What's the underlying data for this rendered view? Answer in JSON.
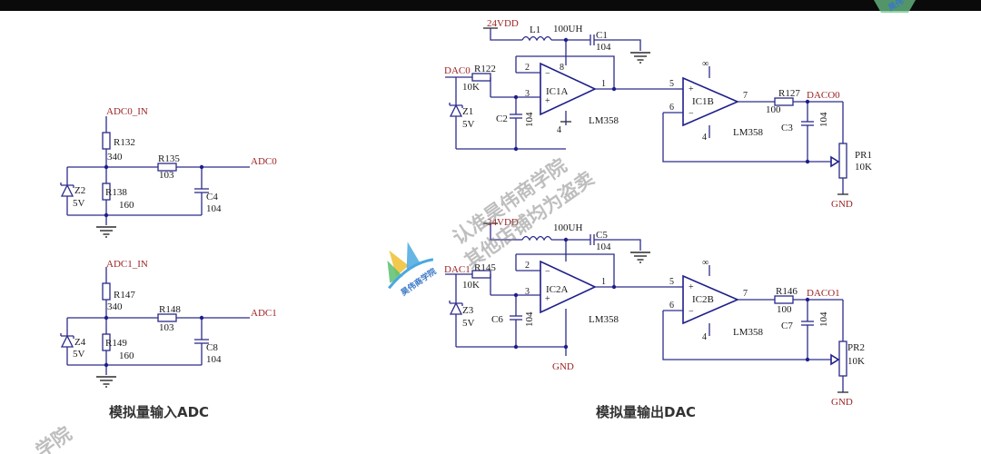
{
  "adc_section": {
    "title": "模拟量输入ADC",
    "channels": [
      {
        "input_net": "ADC0_IN",
        "output_net": "ADC0",
        "r_top": "R132",
        "r_top_val": "340",
        "r_bot": "R138",
        "r_bot_val": "160",
        "r_series": "R135",
        "r_series_val": "103",
        "zener": "Z2",
        "zener_val": "5V",
        "cap": "C4",
        "cap_val": "104"
      },
      {
        "input_net": "ADC1_IN",
        "output_net": "ADC1",
        "r_top": "R147",
        "r_top_val": "340",
        "r_bot": "R149",
        "r_bot_val": "160",
        "r_series": "R148",
        "r_series_val": "103",
        "zener": "Z4",
        "zener_val": "5V",
        "cap": "C8",
        "cap_val": "104"
      }
    ]
  },
  "dac_section": {
    "title": "模拟量输出DAC",
    "supply_net": "24VDD",
    "inductor": "L1",
    "inductor_val": "100UH",
    "ground_label": "GND",
    "channels": [
      {
        "input_net": "DAC0",
        "output_net": "DACO0",
        "r_in": "R122",
        "r_in_val": "10K",
        "zener": "Z1",
        "zener_val": "5V",
        "cap_in": "C2",
        "cap_in_val": "104",
        "cap_bypass": "C1",
        "cap_bypass_val": "104",
        "amp1": "IC1A",
        "amp2": "IC1B",
        "amp_part": "LM358",
        "r_out": "R127",
        "r_out_val": "100",
        "cap_out": "C3",
        "cap_out_val": "104",
        "pot": "PR1",
        "pot_val": "10K"
      },
      {
        "input_net": "DAC1",
        "output_net": "DACO1",
        "r_in": "R145",
        "r_in_val": "10K",
        "zener": "Z3",
        "zener_val": "5V",
        "cap_in": "C6",
        "cap_in_val": "104",
        "cap_bypass": "C5",
        "cap_bypass_val": "104",
        "amp1": "IC2A",
        "amp2": "IC2B",
        "amp_part": "LM358",
        "r_out": "R146",
        "r_out_val": "100",
        "cap_out": "C7",
        "cap_out_val": "104",
        "pot": "PR2",
        "pot_val": "10K"
      }
    ],
    "pins": {
      "p1": "1",
      "p2": "2",
      "p3": "3",
      "p4": "4",
      "p5": "5",
      "p6": "6",
      "p7": "7",
      "p8": "8"
    },
    "op_signs": {
      "minus": "−",
      "plus": "+",
      "infinity": "∞"
    }
  },
  "watermark": {
    "line1": "认准昊伟商学院",
    "line2": "其他店铺均为盗卖",
    "logo_text": "昊伟商学院",
    "corner_text": "学院",
    "corner_logo_text": "昊伟"
  },
  "colors": {
    "wire": "#2c2c8c",
    "net_label": "#9a1f1f",
    "title": "#333333",
    "topbar": "#0a0a0a"
  }
}
